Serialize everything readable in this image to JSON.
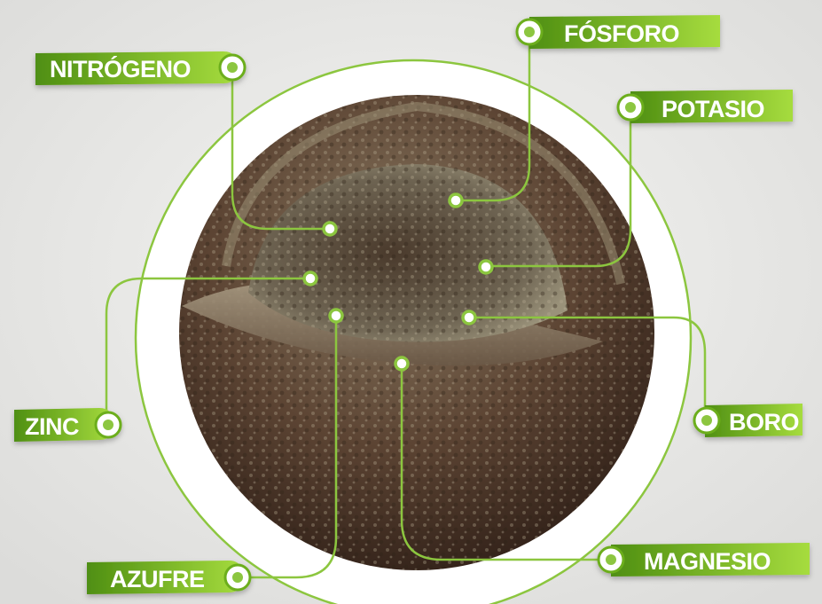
{
  "colors": {
    "background": "#e8e8e6",
    "accent_green": "#8cc63f",
    "label_dark_green": "#5a9a16",
    "label_light_green": "#9ed63a",
    "soil_dark": "#3e2a20",
    "soil_light": "#a89478"
  },
  "nutrients": {
    "nitrogeno": "NITRÓGENO",
    "fosforo": "FÓSFORO",
    "potasio": "POTASIO",
    "zinc": "ZINC",
    "boro": "BORO",
    "azufre": "AZUFRE",
    "magnesio": "MAGNESIO"
  }
}
